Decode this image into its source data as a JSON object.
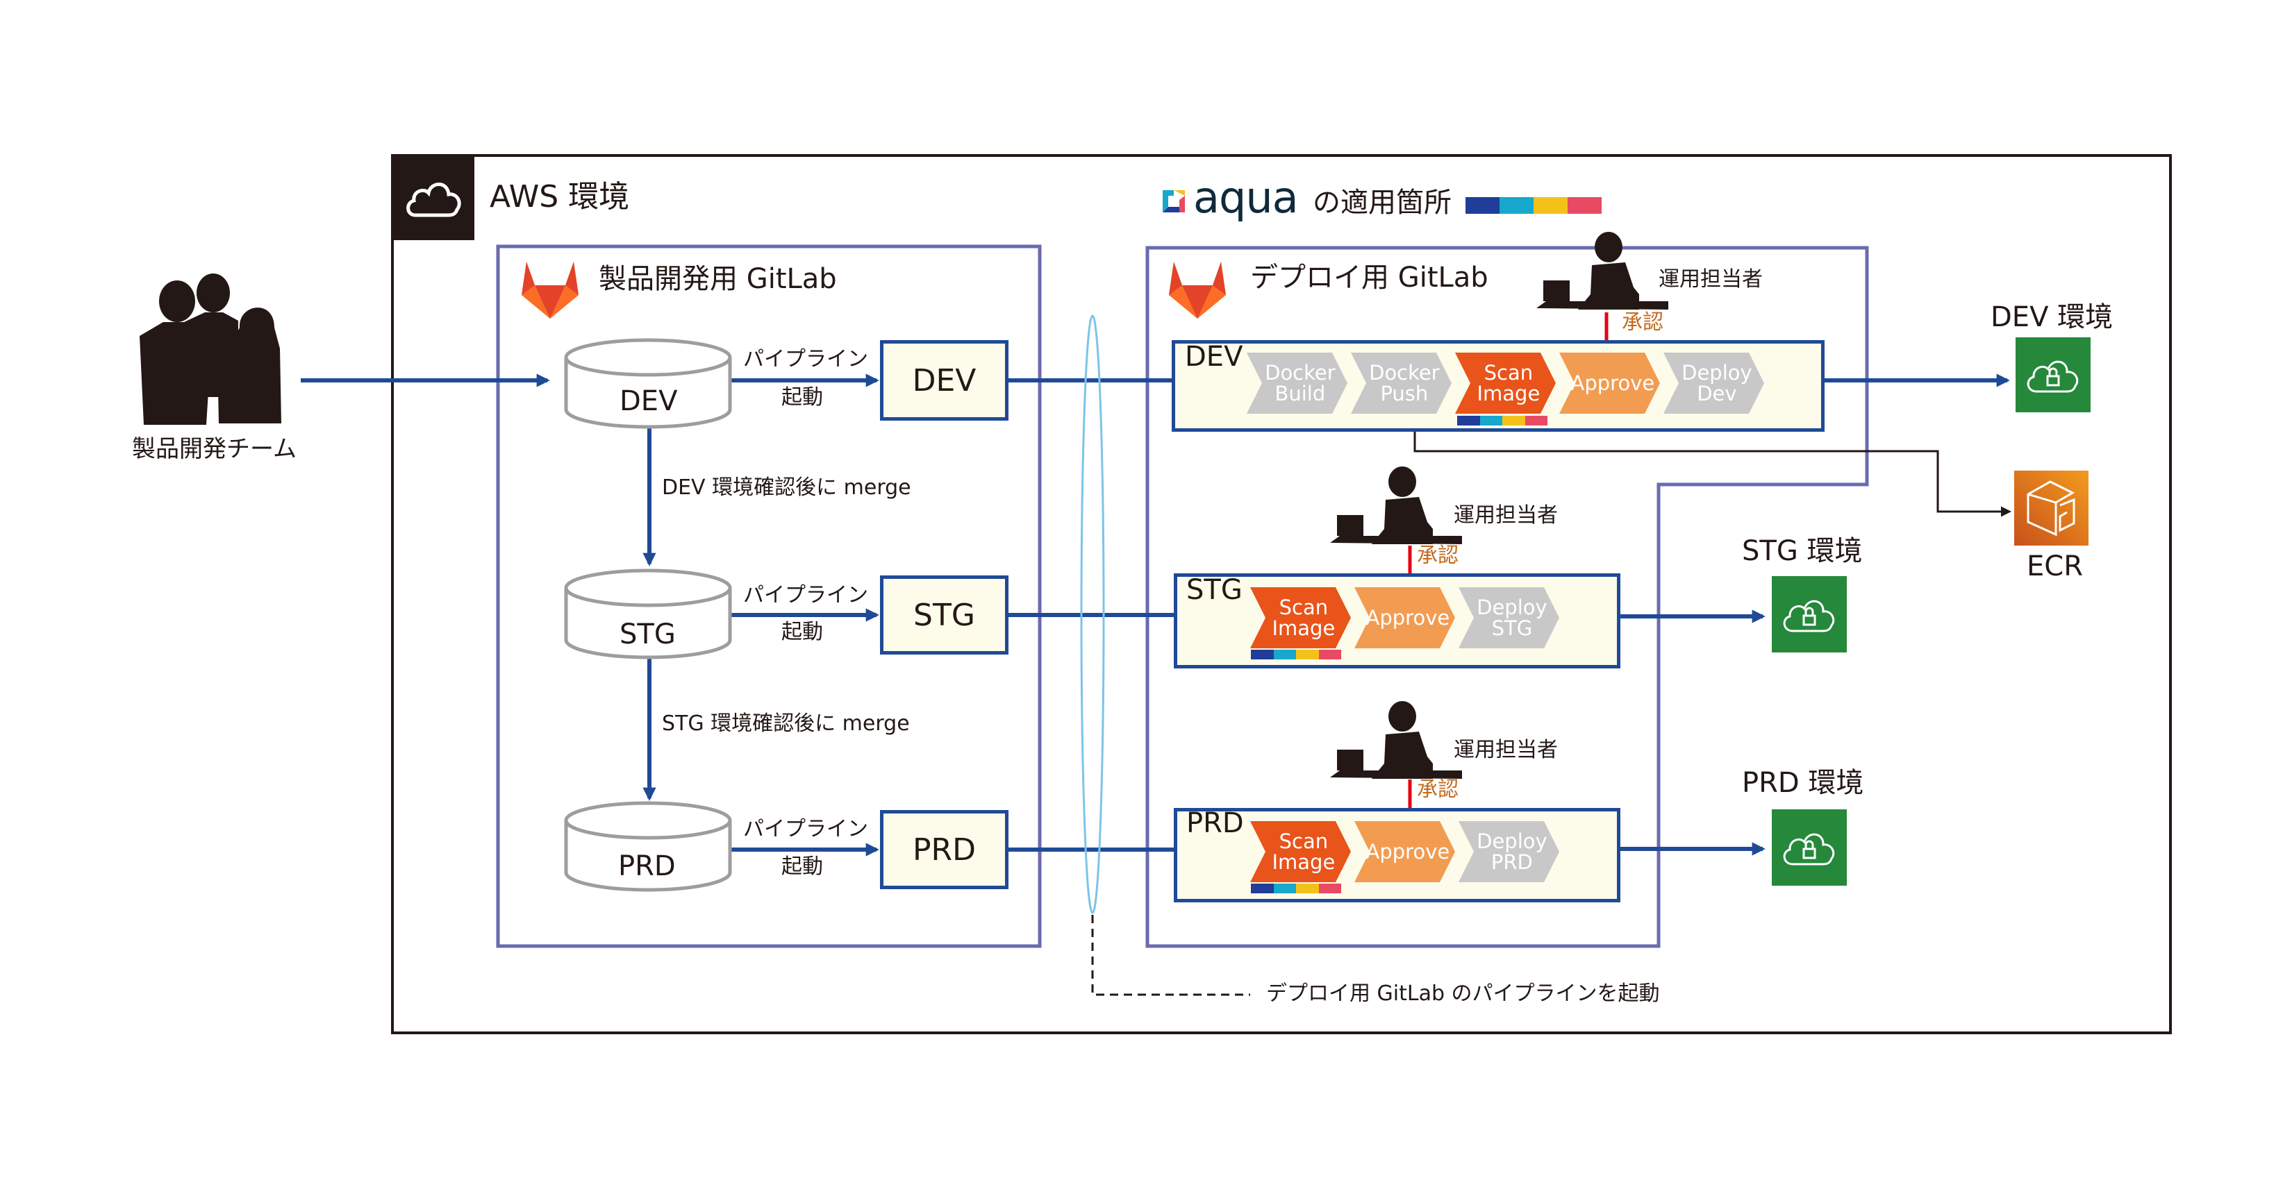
{
  "aws": {
    "title": "AWS 環境",
    "icon": "cloud-icon"
  },
  "team": {
    "label": "製品開発チーム",
    "icon": "people-silhouette-icon"
  },
  "aqua": {
    "logo_text": "aqua",
    "caption": "の適用箇所",
    "colors": [
      "#1f3d99",
      "#17a8cc",
      "#f2c21b",
      "#e84a64"
    ]
  },
  "dev_gitlab": {
    "title": "製品開発用 GitLab",
    "branches": [
      {
        "label": "DEV",
        "trigger_label": [
          "パイプライン",
          "起動"
        ],
        "target": "DEV"
      },
      {
        "label": "STG",
        "trigger_label": [
          "パイプライン",
          "起動"
        ],
        "target": "STG"
      },
      {
        "label": "PRD",
        "trigger_label": [
          "パイプライン",
          "起動"
        ],
        "target": "PRD"
      }
    ],
    "merges": [
      "DEV 環境確認後に merge",
      "STG 環境確認後に merge"
    ]
  },
  "deploy_gitlab": {
    "title": "デプロイ用 GitLab",
    "operator_label": "運用担当者",
    "approval_label": "承認",
    "pipelines": [
      {
        "env": "DEV",
        "stages": [
          {
            "label": "Docker Build",
            "lines": [
              "Docker",
              "Build"
            ],
            "kind": "gray"
          },
          {
            "label": "Docker Push",
            "lines": [
              "Docker",
              "Push"
            ],
            "kind": "gray"
          },
          {
            "label": "Scan Image",
            "lines": [
              "Scan",
              "Image"
            ],
            "kind": "scan"
          },
          {
            "label": "Approve",
            "lines": [
              "Approve"
            ],
            "kind": "approve"
          },
          {
            "label": "Deploy Dev",
            "lines": [
              "Deploy",
              "Dev"
            ],
            "kind": "gray"
          }
        ]
      },
      {
        "env": "STG",
        "stages": [
          {
            "label": "Scan Image",
            "lines": [
              "Scan",
              "Image"
            ],
            "kind": "scan"
          },
          {
            "label": "Approve",
            "lines": [
              "Approve"
            ],
            "kind": "approve"
          },
          {
            "label": "Deploy STG",
            "lines": [
              "Deploy",
              "STG"
            ],
            "kind": "gray"
          }
        ]
      },
      {
        "env": "PRD",
        "stages": [
          {
            "label": "Scan Image",
            "lines": [
              "Scan",
              "Image"
            ],
            "kind": "scan"
          },
          {
            "label": "Approve",
            "lines": [
              "Approve"
            ],
            "kind": "approve"
          },
          {
            "label": "Deploy PRD",
            "lines": [
              "Deploy",
              "PRD"
            ],
            "kind": "gray"
          }
        ]
      }
    ]
  },
  "environments": [
    {
      "label": "DEV 環境",
      "icon": "cloud-lock-icon"
    },
    {
      "label": "STG 環境",
      "icon": "cloud-lock-icon"
    },
    {
      "label": "PRD 環境",
      "icon": "cloud-lock-icon"
    }
  ],
  "ecr": {
    "label": "ECR",
    "icon": "container-registry-icon"
  },
  "trigger_note": "デプロイ用 GitLab のパイプラインを起動",
  "colors": {
    "flow_blue": "#1f4a96",
    "gitlab_border": "#6b6bb0",
    "scan_orange": "#e8541a",
    "approve_orange": "#f29c52",
    "stage_gray": "#c8c8c8",
    "approval_red": "#e60012",
    "env_green": "#25883b",
    "ellipse_blue": "#7cc4e8"
  }
}
